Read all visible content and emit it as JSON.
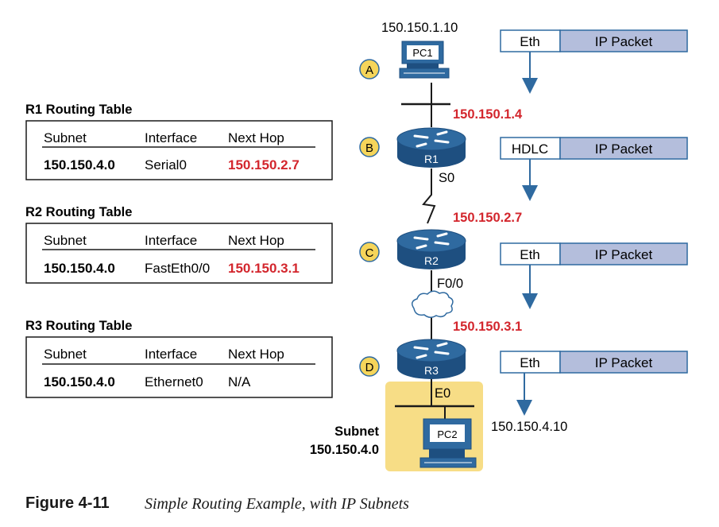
{
  "colors": {
    "red": "#d3262d",
    "router_blue": "#2f6aa0",
    "router_dark": "#1e4f80",
    "packet_fill": "#b4bedc",
    "packet_border": "#2f6aa0",
    "badge_fill": "#f5d55a",
    "subnet_fill": "#f7dd86"
  },
  "routing_tables": [
    {
      "title": "R1 Routing Table",
      "headers": [
        "Subnet",
        "Interface",
        "Next Hop"
      ],
      "row": {
        "subnet": "150.150.4.0",
        "interface": "Serial0",
        "next_hop": "150.150.2.7"
      }
    },
    {
      "title": "R2 Routing Table",
      "headers": [
        "Subnet",
        "Interface",
        "Next Hop"
      ],
      "row": {
        "subnet": "150.150.4.0",
        "interface": "FastEth0/0",
        "next_hop": "150.150.3.1"
      }
    },
    {
      "title": "R3 Routing Table",
      "headers": [
        "Subnet",
        "Interface",
        "Next Hop"
      ],
      "row": {
        "subnet": "150.150.4.0",
        "interface": "Ethernet0",
        "next_hop": "N/A"
      }
    }
  ],
  "hosts": {
    "pc1": {
      "label": "PC1",
      "ip": "150.150.1.10"
    },
    "pc2": {
      "label": "PC2",
      "ip": "150.150.4.10"
    }
  },
  "routers": [
    {
      "name": "R1",
      "ip": "150.150.1.4"
    },
    {
      "name": "R2",
      "ip": "150.150.2.7"
    },
    {
      "name": "R3",
      "ip": "150.150.3.1"
    }
  ],
  "interfaces": {
    "r1": "S0",
    "r2": "F0/0",
    "r3": "E0"
  },
  "steps": [
    "A",
    "B",
    "C",
    "D"
  ],
  "packets": [
    {
      "header": "Eth",
      "payload": "IP Packet"
    },
    {
      "header": "HDLC",
      "payload": "IP Packet"
    },
    {
      "header": "Eth",
      "payload": "IP Packet"
    },
    {
      "header": "Eth",
      "payload": "IP Packet"
    }
  ],
  "subnet": {
    "label": "Subnet",
    "value": "150.150.4.0"
  },
  "caption": {
    "label": "Figure 4-11",
    "text": "Simple Routing Example, with IP Subnets"
  }
}
